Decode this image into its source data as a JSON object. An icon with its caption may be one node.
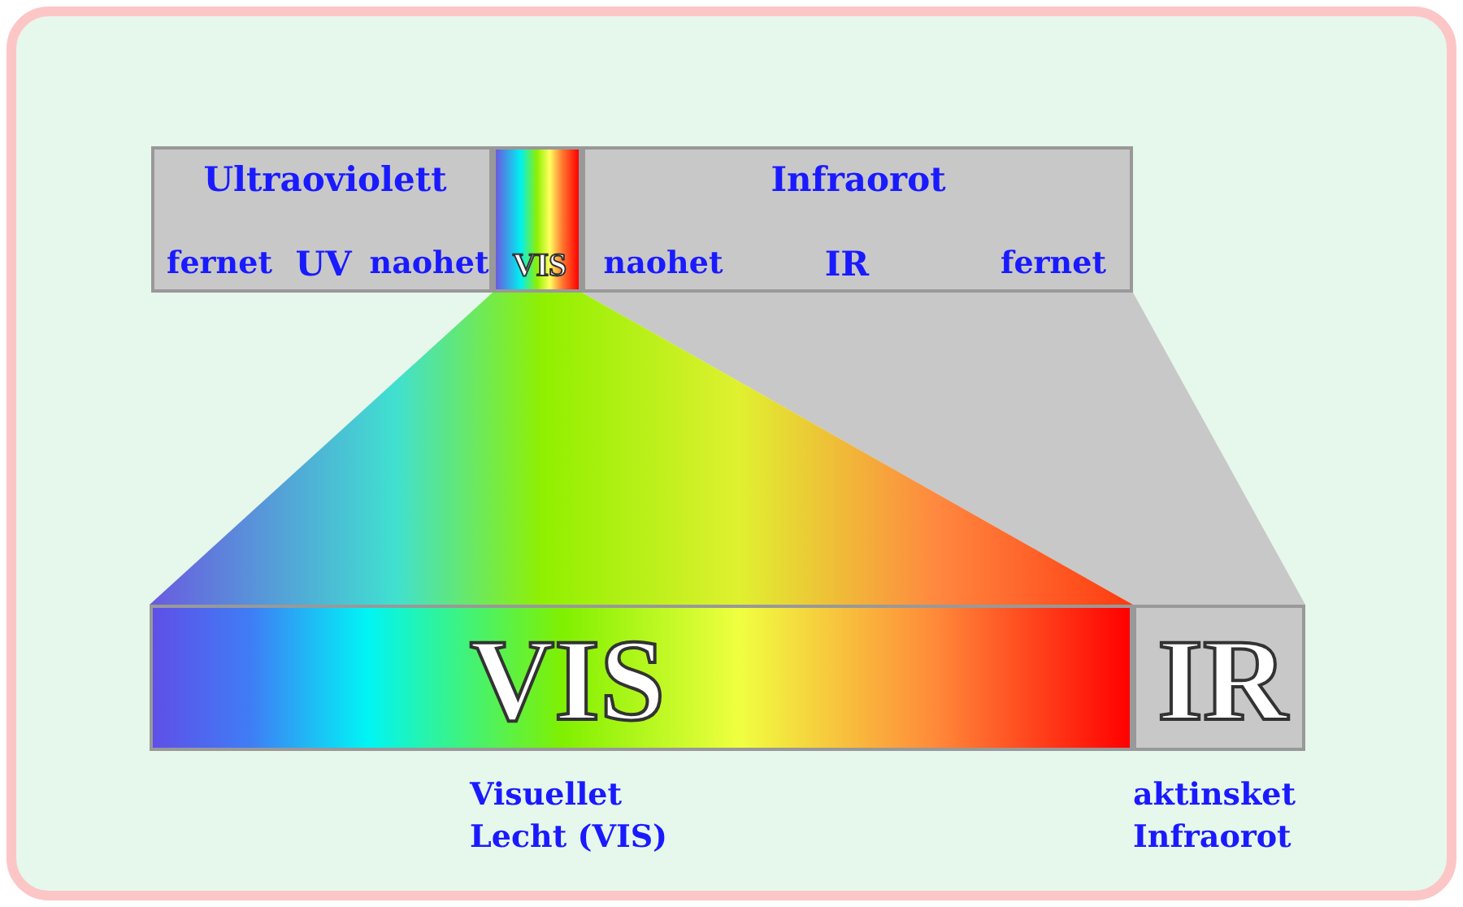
{
  "diagram": {
    "nodes": [
      {
        "text": [
          "Ultraoviolett",
          "fernet",
          "UV",
          "naohet"
        ]
      },
      {
        "text": [
          "VIS"
        ]
      },
      {
        "text": [
          "Infraorot",
          "naohet",
          "IR",
          "fernet"
        ]
      },
      {
        "text": [
          "VIS"
        ],
        "beside": [
          "Visuellet Lecht (VIS)"
        ]
      },
      {
        "text": [
          "IR"
        ],
        "beside": [
          "aktinsket Infraorot"
        ]
      }
    ]
  }
}
